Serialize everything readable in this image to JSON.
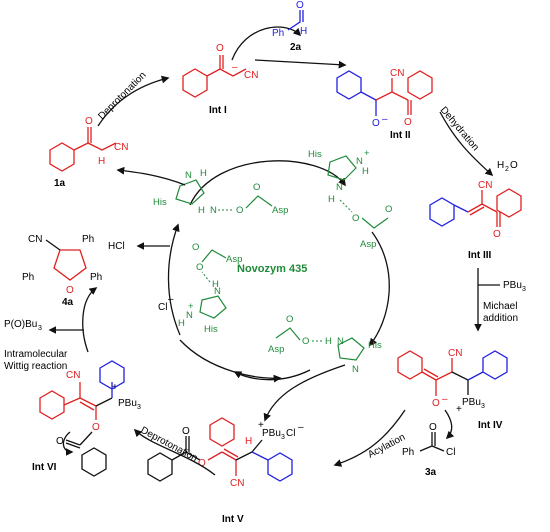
{
  "reagents": {
    "benzaldehyde_label": "2a",
    "benzaldehyde_ph": "Ph",
    "benzaldehyde_o": "O",
    "acyl_chloride_label": "3a",
    "acyl_chloride_ph": "Ph",
    "acyl_chloride_o": "O",
    "acyl_chloride_cl": "Cl",
    "pbu3": "PBu",
    "pbu3_sub": "3"
  },
  "intermediates": {
    "int1": "Int I",
    "int2": "Int II",
    "int3": "Int III",
    "int4": "Int IV",
    "int5": "Int V",
    "int6": "Int VI",
    "sm": "1a",
    "product": "4a"
  },
  "steps": {
    "deprotonation1": "Deprotonation",
    "dehydration": "Dehydration",
    "water": "H",
    "water_sub": "2",
    "water_o": "O",
    "michael_1": "Michael",
    "michael_2": "addition",
    "acylation": "Acylation",
    "deprotonation2": "Deprotonation",
    "wittig_1": "Intramolecular",
    "wittig_2": "Wittig reaction",
    "pobu3": "P(O)Bu",
    "pobu3_sub": "3",
    "hcl": "HCl"
  },
  "catalyst": {
    "name": "Novozym 435",
    "his": "His",
    "asp": "Asp",
    "n": "N",
    "nh": "N",
    "h": "H",
    "o": "O",
    "cl_minus": "Cl",
    "plus": "+",
    "minus": "–"
  },
  "atoms": {
    "cn": "CN",
    "o": "O",
    "h": "H",
    "ph": "Ph",
    "pbu3": "PBu",
    "sub3": "3",
    "cl": "Cl",
    "plus": "+",
    "minus": "–"
  },
  "colors": {
    "substrate": "#e02020",
    "aldehyde": "#2020e0",
    "catalyst": "#1f8a3a",
    "reagent": "#111111"
  }
}
